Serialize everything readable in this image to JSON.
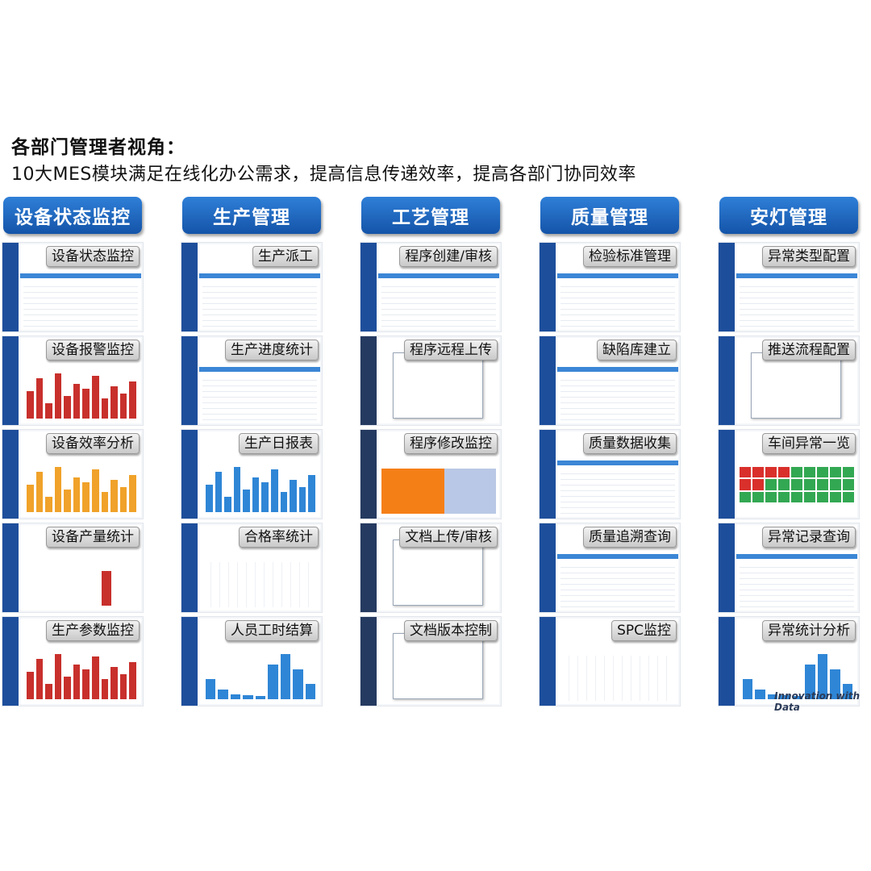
{
  "header": {
    "title": "各部门管理者视角：",
    "subtitle": "10大MES模块满足在线化办公需求，提高信息传递效率，提高各部门协同效率"
  },
  "columns": [
    {
      "title": "设备状态监控",
      "tiles": [
        "设备状态监控",
        "设备报警监控",
        "设备效率分析",
        "设备产量统计",
        "生产参数监控"
      ]
    },
    {
      "title": "生产管理",
      "tiles": [
        "生产派工",
        "生产进度统计",
        "生产日报表",
        "合格率统计",
        "人员工时结算"
      ]
    },
    {
      "title": "工艺管理",
      "tiles": [
        "程序创建/审核",
        "程序远程上传",
        "程序修改监控",
        "文档上传/审核",
        "文档版本控制"
      ]
    },
    {
      "title": "质量管理",
      "tiles": [
        "检验标准管理",
        "缺陷库建立",
        "质量数据收集",
        "质量追溯查询",
        "SPC监控"
      ]
    },
    {
      "title": "安灯管理",
      "tiles": [
        "异常类型配置",
        "推送流程配置",
        "车间异常一览",
        "异常记录查询",
        "异常统计分析"
      ]
    }
  ],
  "footer": {
    "watermark": "Innovation with Data"
  },
  "colors": {
    "header_blue": "#1a5fb4",
    "sidebar_blue": "#1d4e9b",
    "bar_red": "#c8302c",
    "bar_blue": "#2f86d6",
    "bar_orange": "#f0a22a",
    "status_green": "#33a853",
    "status_orange": "#f57f17"
  }
}
